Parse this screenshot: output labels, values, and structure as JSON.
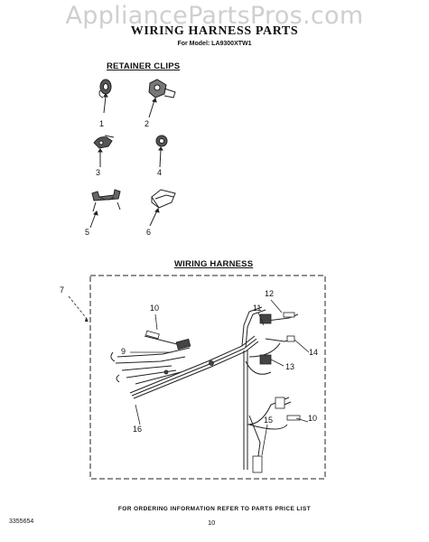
{
  "watermark": "AppliancePartsPros.com",
  "title": "WIRING HARNESS PARTS",
  "model": "For Model: LA9300XTW1",
  "sections": {
    "retainer_clips": "RETAINER CLIPS",
    "wiring_harness": "WIRING HARNESS"
  },
  "clip_labels": [
    "1",
    "2",
    "3",
    "4",
    "5",
    "6"
  ],
  "harness_labels": {
    "n7": "7",
    "n10a": "10",
    "n9": "9",
    "n16": "16",
    "n11": "11",
    "n12": "12",
    "n14": "14",
    "n13": "13",
    "n15": "15",
    "n10b": "10"
  },
  "footer_note": "FOR ORDERING INFORMATION REFER TO PARTS PRICE LIST",
  "part_number": "3355654",
  "page_number": "10"
}
